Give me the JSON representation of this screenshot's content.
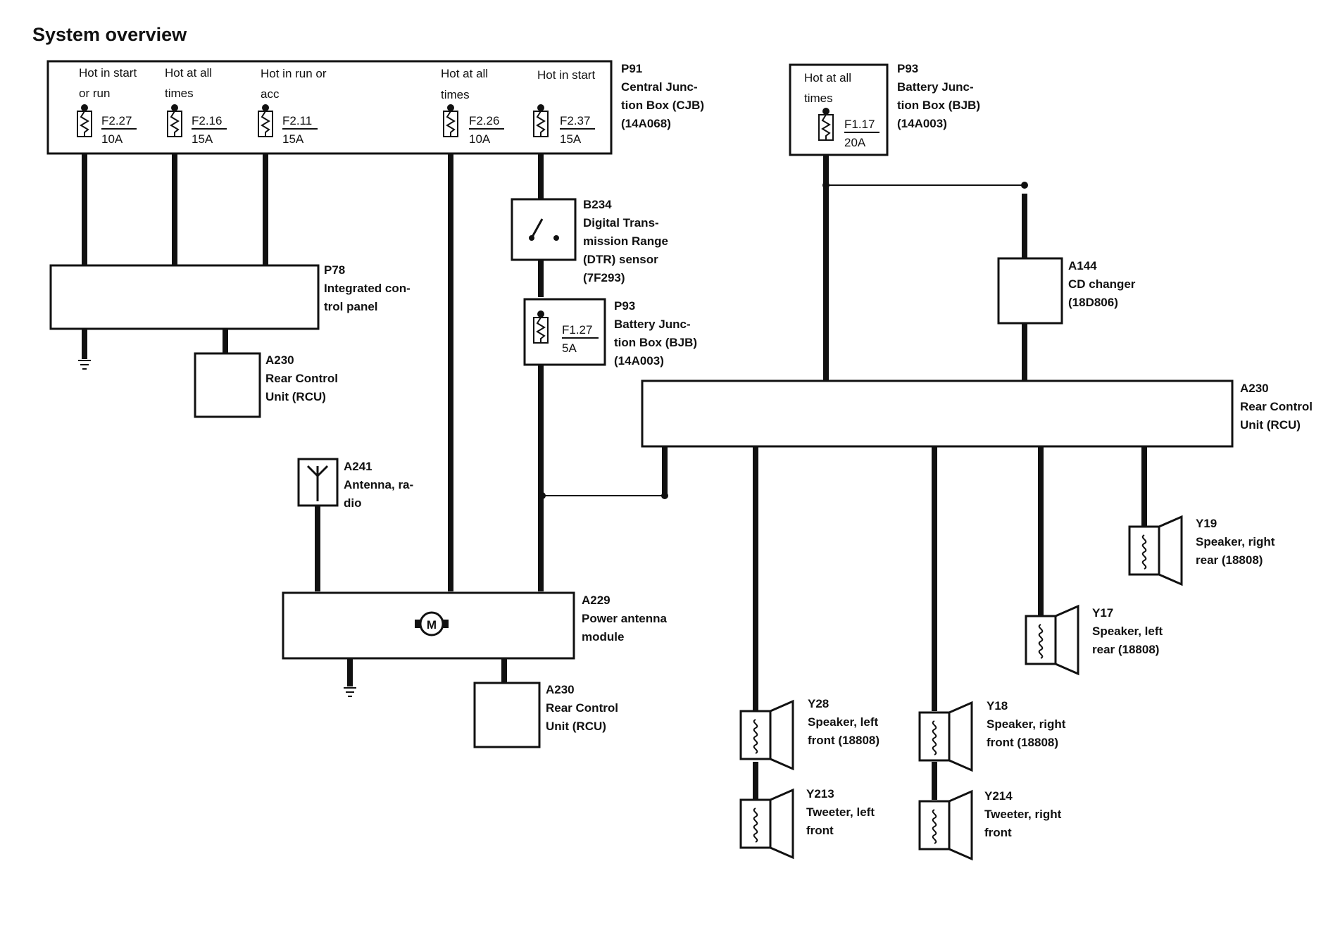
{
  "title": "System overview",
  "cjb": {
    "name": [
      "P91",
      "Central Junc-",
      "tion Box (CJB)",
      "(14A068)"
    ],
    "fuses": [
      {
        "hot": [
          "Hot in start",
          "or run"
        ],
        "id": "F2.27",
        "rating": "10A"
      },
      {
        "hot": [
          "Hot at all",
          "times"
        ],
        "id": "F2.16",
        "rating": "15A"
      },
      {
        "hot": [
          "Hot in run or",
          "acc"
        ],
        "id": "F2.11",
        "rating": "15A"
      },
      {
        "hot": [
          "Hot at all",
          "times"
        ],
        "id": "F2.26",
        "rating": "10A"
      },
      {
        "hot": [
          "Hot in start",
          ""
        ],
        "id": "F2.37",
        "rating": "15A"
      }
    ]
  },
  "bjb_top": {
    "name": [
      "P93",
      "Battery Junc-",
      "tion Box (BJB)",
      "(14A003)"
    ],
    "fuse": {
      "hot": [
        "Hot at all",
        "times"
      ],
      "id": "F1.17",
      "rating": "20A"
    }
  },
  "icp": {
    "name": [
      "P78",
      "Integrated con-",
      "trol panel"
    ]
  },
  "rcu_small_1": {
    "name": [
      "A230",
      "Rear Control",
      "Unit (RCU)"
    ]
  },
  "dtr": {
    "name": [
      "B234",
      "Digital Trans-",
      "mission Range",
      "(DTR) sensor",
      "(7F293)"
    ]
  },
  "bjb_mid": {
    "name": [
      "P93",
      "Battery Junc-",
      "tion Box (BJB)",
      "(14A003)"
    ],
    "fuse": {
      "id": "F1.27",
      "rating": "5A"
    }
  },
  "cd": {
    "name": [
      "A144",
      "CD changer",
      "(18D806)"
    ]
  },
  "rcu_large": {
    "name": [
      "A230",
      "Rear Control",
      "Unit (RCU)"
    ]
  },
  "antenna": {
    "name": [
      "A241",
      "Antenna, ra-",
      "dio"
    ]
  },
  "pam": {
    "name": [
      "A229",
      "Power antenna",
      "module"
    ],
    "motor_symbol": "M"
  },
  "rcu_small_2": {
    "name": [
      "A230",
      "Rear Control",
      "Unit (RCU)"
    ]
  },
  "speakers": [
    {
      "key": "y19",
      "name": [
        "Y19",
        "Speaker, right",
        "rear (18808)"
      ]
    },
    {
      "key": "y17",
      "name": [
        "Y17",
        "Speaker, left",
        "rear (18808)"
      ]
    },
    {
      "key": "y28",
      "name": [
        "Y28",
        "Speaker, left",
        "front (18808)"
      ]
    },
    {
      "key": "y18",
      "name": [
        "Y18",
        "Speaker, right",
        "front (18808)"
      ]
    },
    {
      "key": "y213",
      "name": [
        "Y213",
        "Tweeter, left",
        "front"
      ]
    },
    {
      "key": "y214",
      "name": [
        "Y214",
        "Tweeter, right",
        "front"
      ]
    }
  ]
}
